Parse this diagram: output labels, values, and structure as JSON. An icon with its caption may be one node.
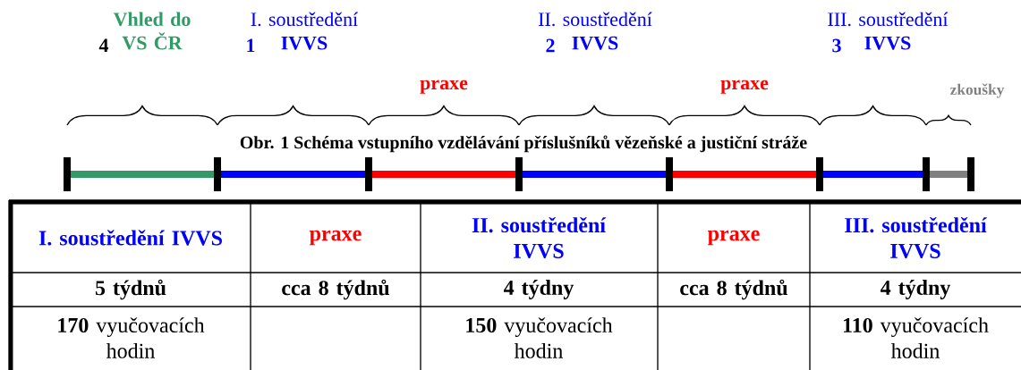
{
  "diagram": {
    "caption": "Obr. 1 Schéma vstupního vzdělávání příslušníků vězeňské a justiční stráže",
    "labels": [
      "Vhled do VS ČR",
      "4",
      "I. soustředění **IVVS**",
      "1",
      "praxe",
      "II. soustředění **IVVS**",
      "2",
      "praxe",
      "III. soustředění **IVVS**",
      "3",
      "zkoušky",
      "I. soustředění IVVS",
      "praxe",
      "II. soustředění IVVS",
      "praxe",
      "III. soustředění IVVS",
      "5 týdnů",
      "cca 8 týdnů",
      "4 týdny",
      "cca 8 týdnů",
      "4 týdny",
      "**170** vyučovacích hodin",
      "**150** vyučovacích hodin",
      "**110** vyučovacích hodin"
    ]
  }
}
